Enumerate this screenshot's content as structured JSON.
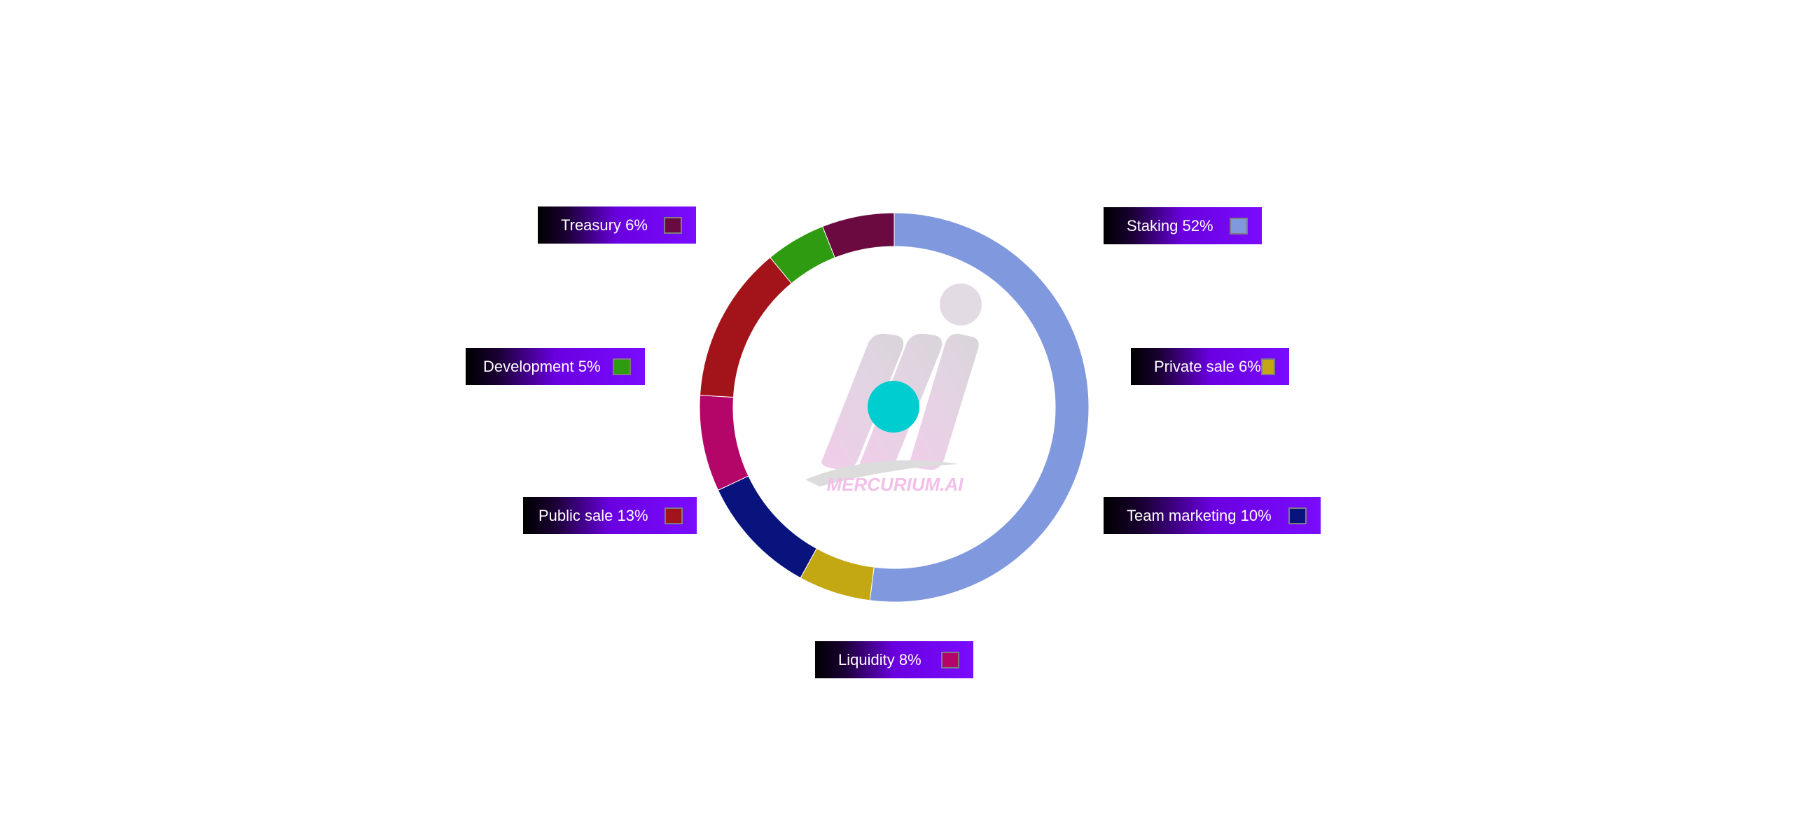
{
  "chart_data": {
    "type": "pie",
    "title": "",
    "categories": [
      "Staking",
      "Private sale",
      "Team marketing",
      "Liquidity",
      "Public sale",
      "Development",
      "Treasury"
    ],
    "series": [
      {
        "values": [
          52,
          6,
          10,
          8,
          13,
          5,
          6
        ]
      }
    ],
    "slice_order_on_ring": [
      "Staking",
      "Private sale",
      "Team marketing",
      "Liquidity",
      "Public sale",
      "Development",
      "Treasury"
    ],
    "colors": {
      "Staking": "#8098de",
      "Private sale": "#c3a814",
      "Team marketing": "#08137e",
      "Liquidity": "#b30668",
      "Public sale": "#a3141a",
      "Development": "#2f9b10",
      "Treasury": "#6b0a40"
    },
    "legend_entries": [
      {
        "key": "staking",
        "label": "Staking  52%",
        "color": "#8098de",
        "side": "right"
      },
      {
        "key": "private",
        "label": "Private sale 6%",
        "color": "#c3a814",
        "side": "right"
      },
      {
        "key": "team",
        "label": "Team marketing 10%",
        "color": "#08137e",
        "side": "right"
      },
      {
        "key": "liquidity",
        "label": "Liquidity 8%",
        "color": "#b30668",
        "side": "bottom"
      },
      {
        "key": "public",
        "label": "Public sale 13%",
        "color": "#a3141a",
        "side": "left"
      },
      {
        "key": "development",
        "label": "Development 5%",
        "color": "#2f9b10",
        "side": "left"
      },
      {
        "key": "treasury",
        "label": "Treasury 6%",
        "color": "#6b0a40",
        "side": "left"
      }
    ],
    "legend_placement": "around-ring",
    "grid": false
  },
  "logo": {
    "text": "MERCURIUM.AI",
    "center_dot_color": "#00cdd0"
  }
}
